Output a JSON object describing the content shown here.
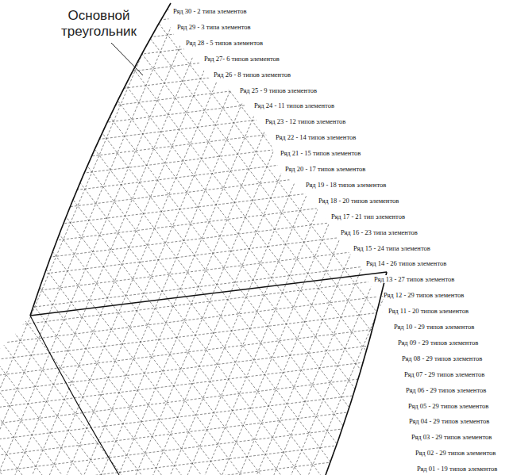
{
  "diagram": {
    "labels": [
      "Основной треугольник",
      "Ряд 30 - 2 типа элементов",
      "Ряд 29 - 3 типа элементов",
      "Ряд 28 - 5 типов элементов",
      "Ряд 27- 6 типов элементов",
      "Ряд 26 - 8 типов элементов",
      "Ряд 25 - 9 типов элементов",
      "Ряд 24 - 11 типов элементов",
      "Ряд 23 - 12 типов элементов",
      "Ряд 22 - 14 типов элементов",
      "Ряд 21 - 15 типов элементов",
      "Ряд 20 - 17 типов элементов",
      "Ряд 19 - 18 типов элементов",
      "Ряд 18 - 20 типов элементов",
      "Ряд 17 - 21 тип элементов",
      "Ряд 16 - 23 типа элементов",
      "Ряд 15 - 24 типа элементов",
      "Ряд 14 - 26 типов элементов",
      "Ряд 13 - 27 типов элементов",
      "Ряд 12 - 29 типов элементов",
      "Ряд 11 - 20 типов элементов",
      "Ряд 10 - 29 типов элементов",
      "Ряд 09 - 29 типов элементов",
      "Ряд 08 - 29 типов элементов",
      "Ряд 07 - 29 типов элементов",
      "Ряд 06 - 29 типов элементов",
      "Ряд 05 - 29 типов элементов",
      "Ряд 04 - 29 типов элементов",
      "Ряд 03 - 29 типов элементов",
      "Ряд 02 - 29 типов элементов",
      "Ряд 01 - 19 типов элементов"
    ]
  }
}
